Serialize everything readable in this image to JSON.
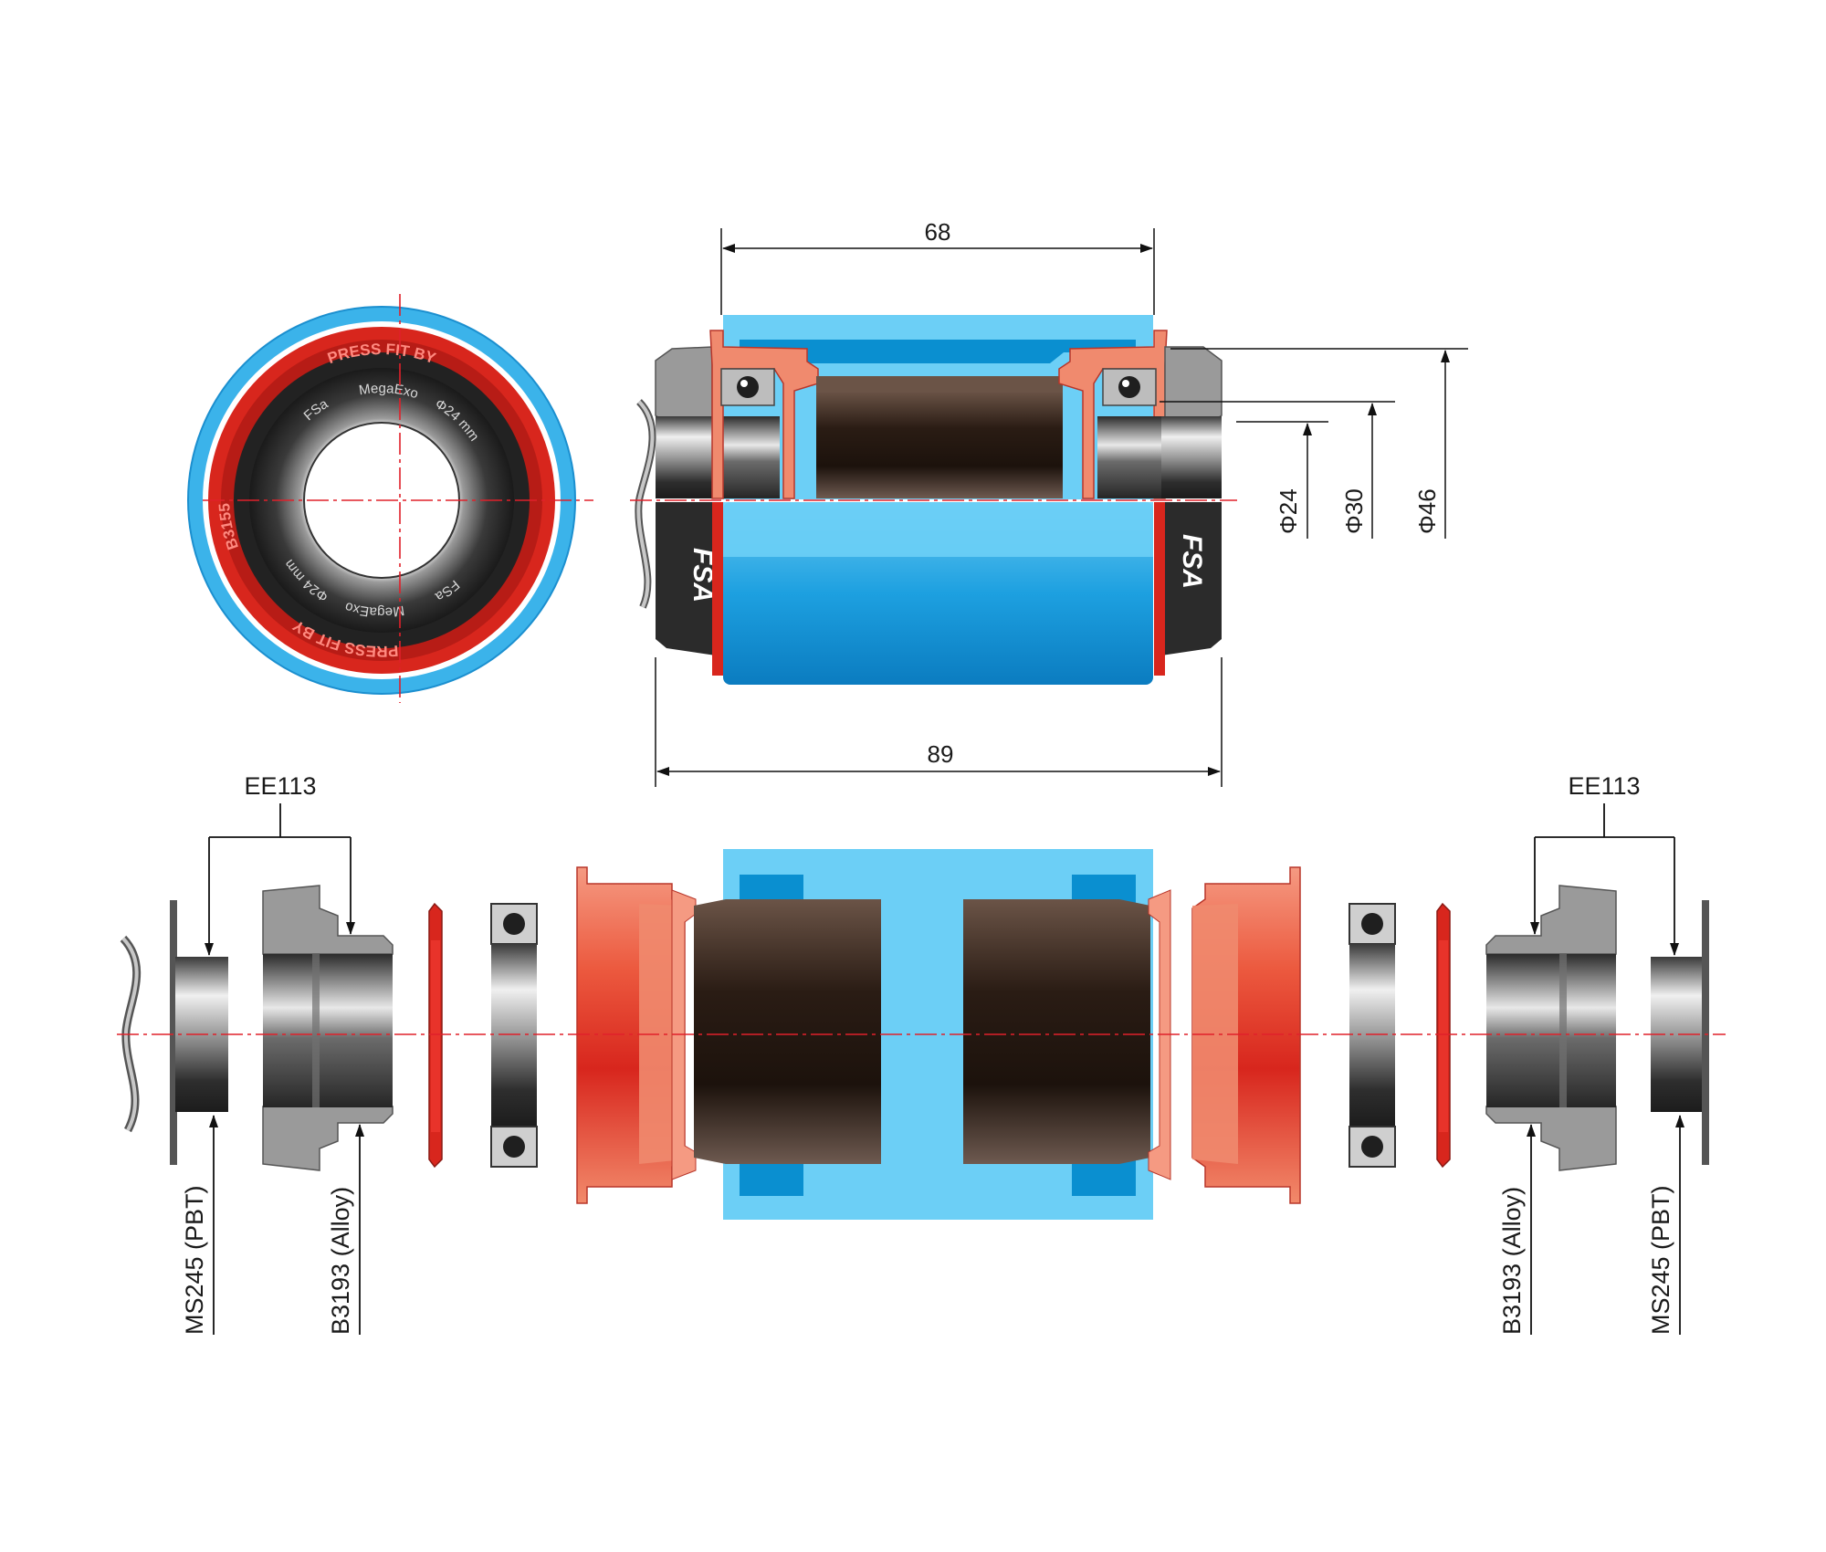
{
  "colors": {
    "shell_light_blue": "#6ccff6",
    "shell_dark_blue": "#0a8fd0",
    "cup_red": "#e8332a",
    "cup_salmon": "#f08a6e",
    "spindle_brown": "#3b2a20",
    "metal_grey": "#8a8a8a",
    "centerline": "#e0202a"
  },
  "dimensions": {
    "shell_width": "68",
    "overall_width": "89",
    "dia_spindle": "Φ24",
    "dia_bearing": "Φ30",
    "dia_outer": "Φ46"
  },
  "end_view": {
    "brand": "FSa",
    "model": "MegaExo",
    "bore": "Φ24 mm",
    "arc_top": "PRESS FIT BY",
    "arc_bottom": "PRESS FIT BY",
    "part_code": "B3155"
  },
  "side_logo": "FSA",
  "labels": {
    "left_group": "EE113",
    "right_group": "EE113",
    "left_seal": "MS245 (PBT)",
    "left_adapter": "B3193 (Alloy)",
    "right_adapter": "B3193 (Alloy)",
    "right_seal": "MS245 (PBT)"
  }
}
